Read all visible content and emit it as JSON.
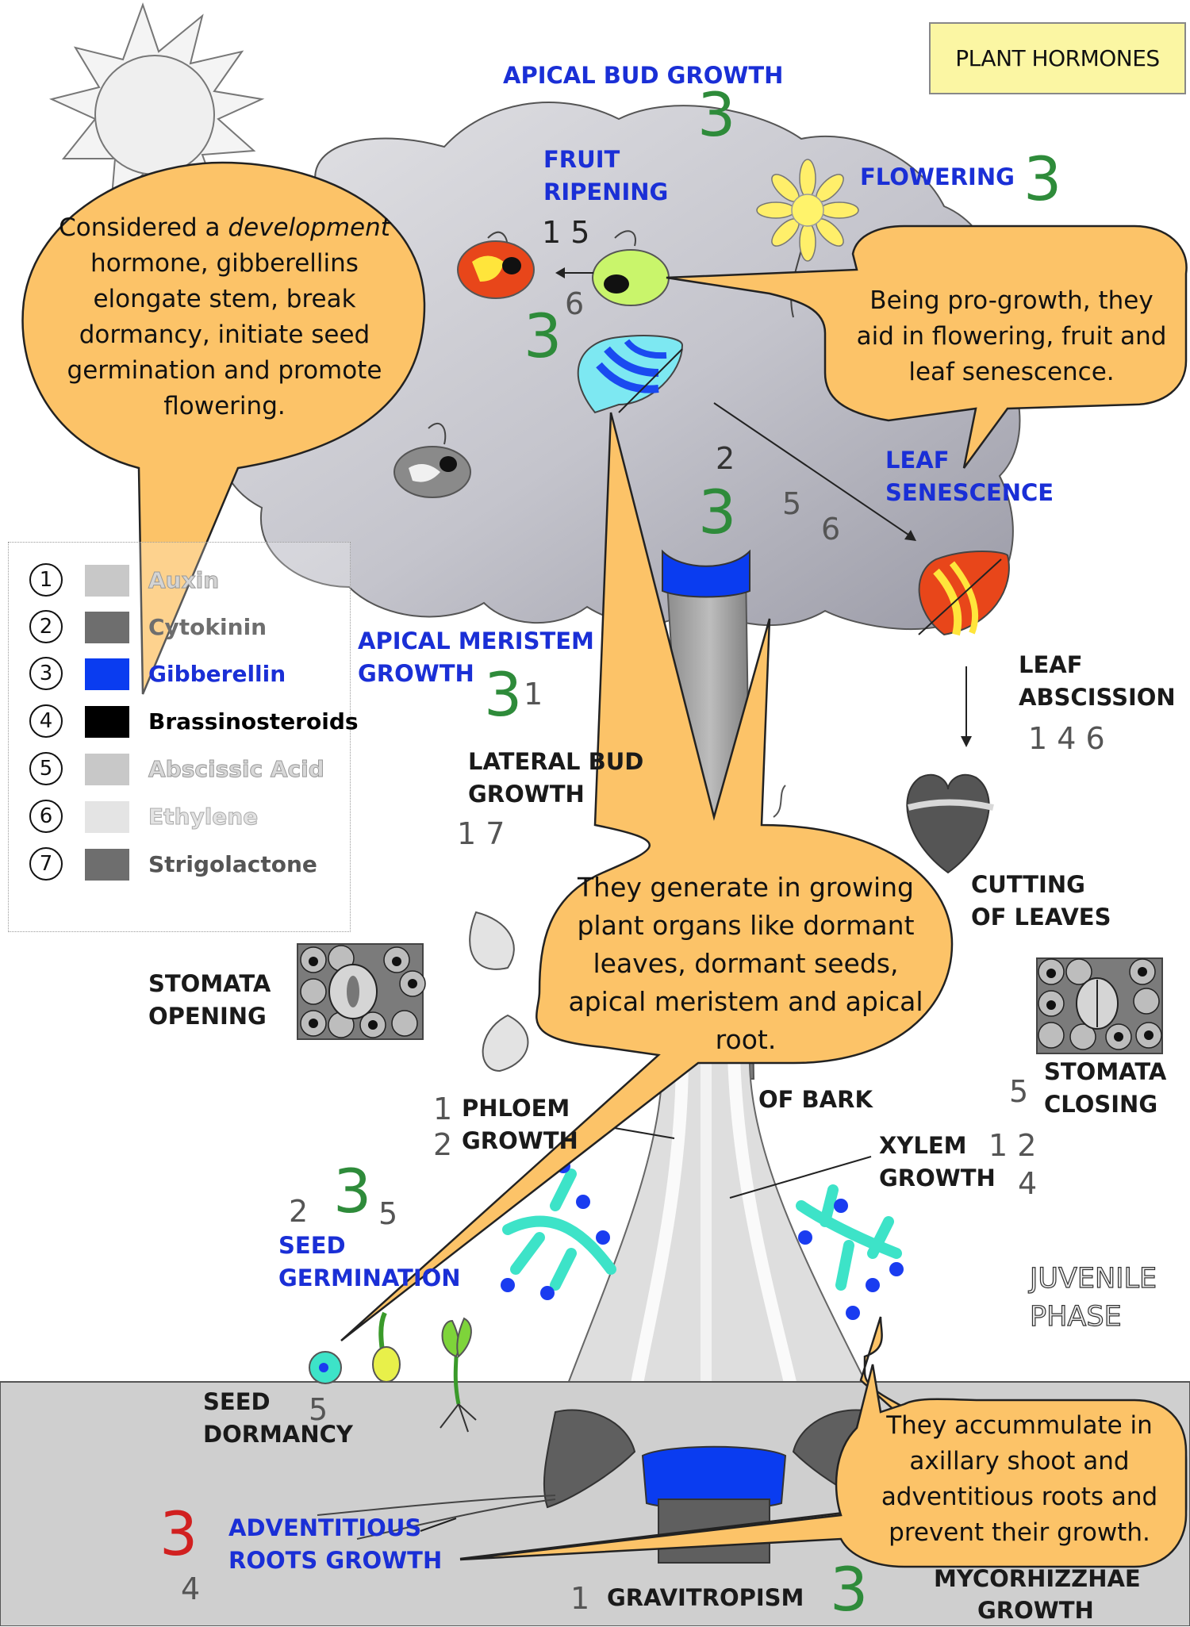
{
  "title": "PLANT HORMONES",
  "legend": [
    {
      "num": "1",
      "name": "Auxin",
      "color": "#c8c8c8",
      "text_color": "#c8c8c8"
    },
    {
      "num": "2",
      "name": "Cytokinin",
      "color": "#6e6e6e",
      "text_color": "#6e6e6e"
    },
    {
      "num": "3",
      "name": "Gibberellin",
      "color": "#0a3cf0",
      "text_color": "#1a2fd6"
    },
    {
      "num": "4",
      "name": "Brassinosteroids",
      "color": "#000000",
      "text_color": "#000000"
    },
    {
      "num": "5",
      "name": "Abscissic Acid",
      "color": "#c8c8c8",
      "text_color": "#c8c8c8"
    },
    {
      "num": "6",
      "name": "Ethylene",
      "color": "#e4e4e4",
      "text_color": "#d4d4d4"
    },
    {
      "num": "7",
      "name": "Strigolactone",
      "color": "#6e6e6e",
      "text_color": "#555555"
    }
  ],
  "labels": {
    "apical_bud": "APICAL BUD GROWTH",
    "fruit_ripening_1": "FRUIT",
    "fruit_ripening_2": "RIPENING",
    "flowering": "FLOWERING",
    "leaf_senescence_1": "LEAF",
    "leaf_senescence_2": "SENESCENCE",
    "apical_meristem_1": "APICAL MERISTEM",
    "apical_meristem_2": "GROWTH",
    "leaf_abscission_1": "LEAF",
    "leaf_abscission_2": "ABSCISSION",
    "lateral_bud_1": "LATERAL BUD",
    "lateral_bud_2": "GROWTH",
    "cutting_1": "CUTTING",
    "cutting_2": "OF LEAVES",
    "stomata_open_1": "STOMATA",
    "stomata_open_2": "OPENING",
    "stomata_close_1": "STOMATA",
    "stomata_close_2": "CLOSING",
    "bark": "OF BARK",
    "phloem_1": "PHLOEM",
    "phloem_2": "GROWTH",
    "xylem_1": "XYLEM",
    "xylem_2": "GROWTH",
    "seed_germ_1": "SEED",
    "seed_germ_2": "GERMINATION",
    "juvenile_1": "JUVENILE",
    "juvenile_2": "PHASE",
    "seed_dorm_1": "SEED",
    "seed_dorm_2": "DORMANCY",
    "adv_roots_1": "ADVENTITIOUS",
    "adv_roots_2": "ROOTS GROWTH",
    "gravitropism": "GRAVITROPISM",
    "mycorrhizae_1": "MYCORHIZZHAE",
    "mycorrhizae_2": "GROWTH"
  },
  "numbers": {
    "apical_bud": "3",
    "flowering": "3",
    "fruit_15": "1 5",
    "fruit_6": "6",
    "fruit_3": "3",
    "senescence_2": "2",
    "senescence_3": "3",
    "senescence_5": "5",
    "senescence_6": "6",
    "meristem_3": "3",
    "meristem_1": "1",
    "abscission": "1 4 6",
    "lateral": "1 7",
    "stomata_close": "5",
    "phloem_1": "1",
    "phloem_2": "2",
    "xylem_12": "1 2",
    "xylem_4": "4",
    "germ_2": "2",
    "germ_3": "3",
    "germ_5": "5",
    "dormancy": "5",
    "adv_3": "3",
    "adv_4": "4",
    "grav_1": "1",
    "myc_3": "3"
  },
  "bubbles": {
    "left_1": "Considered a",
    "left_1_em": "development",
    "left_2": "hormone, gibberellins",
    "left_3": "elongate stem, break",
    "left_4": "dormancy, initiate seed",
    "left_5": "germination and promote",
    "left_6": "flowering.",
    "right": [
      "Being pro-growth, they",
      "aid in flowering, fruit and",
      "leaf senescence."
    ],
    "center": [
      "They generate in growing",
      "plant organs like dormant",
      "leaves, dormant seeds,",
      "apical meristem and apical",
      "root."
    ],
    "bottom": [
      "They accummulate in",
      "axillary shoot and",
      "adventitious roots and",
      "prevent their growth."
    ]
  },
  "colors": {
    "bubble": "#fcc368",
    "crown": "#cfcfd6",
    "ground": "#cfcfcf",
    "gibberellin": "#0a3cf0",
    "label_blue": "#1a2fd6",
    "number_green": "#2e8b3a",
    "number_red": "#d12020"
  }
}
